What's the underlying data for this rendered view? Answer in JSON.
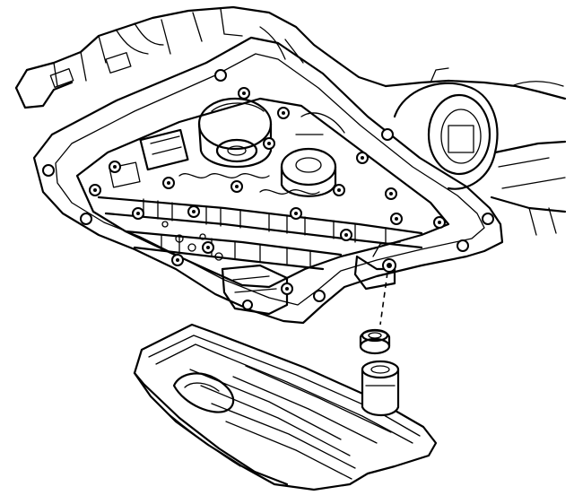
{
  "figure": {
    "parts": [
      {
        "id": "transmission-case",
        "icon": "transmission-case-icon"
      },
      {
        "id": "valve-body",
        "icon": "valve-body-icon"
      },
      {
        "id": "filter-seal",
        "icon": "seal-ring-icon"
      },
      {
        "id": "oil-filter",
        "icon": "filter-icon"
      }
    ],
    "colors": {
      "line": "#000000",
      "background": "#ffffff"
    }
  }
}
